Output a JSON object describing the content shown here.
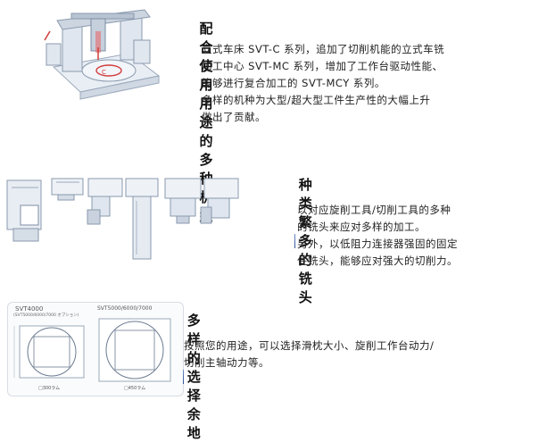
{
  "sections": [
    {
      "title": "配合使用用途的多种机型",
      "lines": [
        "立式车床 SVT-C 系列，追加了切削机能的立式车铣",
        "加工中心 SVT-MC 系列，增加了工作台驱动性能、",
        "能够进行复合加工的 SVT-MCY 系列。",
        "多样的机种为大型/超大型工件生产性的大幅上升",
        "做出了贡献。"
      ]
    },
    {
      "title": "种类繁多的铣头",
      "lines": [
        "以对应旋削工具/切削工具的多种",
        "的铣头来应对多样的加工。",
        "另外，以低阻力连接器强固的固定",
        "住铣头，能够应对强大的切削力。"
      ]
    },
    {
      "title": "多样的选择余地",
      "lines": [
        "按照您的用途，可以选择滑枕大小、旋削工作台动力/",
        "切削主轴动力等。"
      ]
    }
  ],
  "figure3": {
    "left_label": "SVT4000",
    "left_sublabel": "(SVT5000/6000/7000 オプション)",
    "right_label": "SVT5000/6000/7000",
    "left_caption": "□300ラム",
    "right_caption": "□450ラム"
  },
  "colors": {
    "accent_bar": "#3a5fa8",
    "text": "#222222"
  }
}
